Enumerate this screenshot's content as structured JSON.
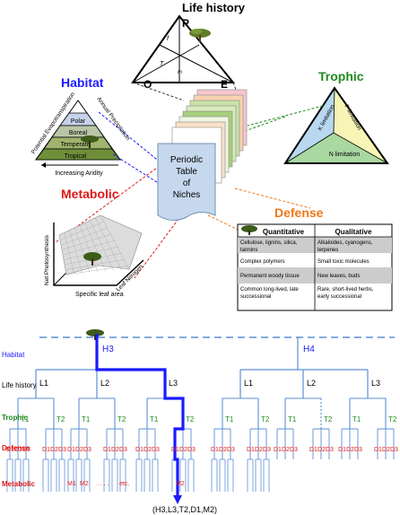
{
  "colors": {
    "habitat": "#1a1aff",
    "trophic": "#1f8a1f",
    "metabolic": "#e01818",
    "defense": "#f07818",
    "life": "#000000",
    "tree_path": "#1a1aff",
    "tree_line": "#5b8fd6"
  },
  "top": {
    "life_history": {
      "title": "Life history",
      "corners": {
        "top": "P",
        "left": "O",
        "right": "E"
      },
      "inner": {
        "a": "f",
        "b": "T",
        "c": "m"
      }
    },
    "habitat": {
      "title": "Habitat",
      "layers": [
        "Polar",
        "Boreal",
        "Temperate",
        "Tropical"
      ],
      "left_axis": "Potential Evapotranspiration",
      "right_axis": "Annual Precipitation",
      "bottom_axis": "Increasing Aridity"
    },
    "trophic": {
      "title": "Trophic",
      "left_edge": "K limitation",
      "right_edge": "P limitation",
      "bottom": "N limitation"
    },
    "center": {
      "lines": [
        "Periodic",
        "Table",
        "of",
        "Niches"
      ]
    },
    "metabolic": {
      "title": "Metabolic",
      "y_axis": "Net Photosynthesis",
      "x_axis": "Specific leaf area",
      "z_axis": "Leaf Nitrogen"
    },
    "defense": {
      "title": "Defense",
      "headers": [
        "Quantitative",
        "Qualitative"
      ],
      "rows": [
        [
          "Cellulose, lignins, silica, tannins",
          "Alkaloides, cyanogens, terpenes"
        ],
        [
          "Complex polymers",
          "Small toxic molecules"
        ],
        [
          "Permanent woody tissue",
          "New leaves, buds"
        ],
        [
          "Common long-lived, late successional",
          "Rare, short-lived herbs, early successional"
        ]
      ]
    }
  },
  "tree": {
    "row_labels": {
      "habitat": "Habitat",
      "life": "Life history",
      "trophic": "Trophic",
      "defense": "Defense",
      "metabolic": "Metabolic"
    },
    "habitat_nodes": [
      "H3",
      "H4"
    ],
    "life_nodes": [
      "L1",
      "L2",
      "L3",
      "L1",
      "L2",
      "L3"
    ],
    "trophic_nodes": [
      "T1",
      "T2",
      "T1",
      "T2",
      "T1",
      "T2",
      "T1",
      "T2",
      "T1",
      "T2",
      "T1",
      "T2"
    ],
    "defense_labels": [
      "D1",
      "D2",
      "D3"
    ],
    "metabolic_labels": [
      "M1",
      "M2",
      "etc.",
      "M2"
    ],
    "result": "(H3,L3,T2,D1,M2)"
  }
}
